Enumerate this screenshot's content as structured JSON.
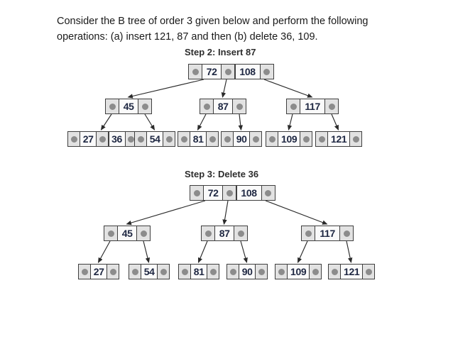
{
  "header": {
    "line1": "Consider the B tree of order 3 given below and perform the following",
    "line2": "operations: (a) insert 121, 87 and then (b) delete 36, 109."
  },
  "trees": [
    {
      "title": "Step 2: Insert 87",
      "root": {
        "keys": [
          "72",
          "108"
        ]
      },
      "internal": [
        {
          "keys": [
            "45"
          ]
        },
        {
          "keys": [
            "87"
          ]
        },
        {
          "keys": [
            "117"
          ]
        }
      ],
      "leaves": [
        {
          "keys": [
            "27",
            "36"
          ]
        },
        {
          "keys": [
            "54"
          ]
        },
        {
          "keys": [
            "81"
          ]
        },
        {
          "keys": [
            "90"
          ]
        },
        {
          "keys": [
            "109"
          ]
        },
        {
          "keys": [
            "121"
          ]
        }
      ]
    },
    {
      "title": "Step 3: Delete 36",
      "root": {
        "keys": [
          "72",
          "108"
        ]
      },
      "internal": [
        {
          "keys": [
            "45"
          ]
        },
        {
          "keys": [
            "87"
          ]
        },
        {
          "keys": [
            "117"
          ]
        }
      ],
      "leaves": [
        {
          "keys": [
            "27"
          ]
        },
        {
          "keys": [
            "54"
          ]
        },
        {
          "keys": [
            "81"
          ]
        },
        {
          "keys": [
            "90"
          ]
        },
        {
          "keys": [
            "109"
          ]
        },
        {
          "keys": [
            "121"
          ]
        }
      ]
    }
  ],
  "colors": {
    "node_border": "#3f3f3f",
    "pointer_fill": "#e2e2e2",
    "key_fill": "#fafafa",
    "pointer_dot": "#8c8c8c",
    "key_text": "#1e2742",
    "title_text": "#2d2d2d",
    "arrow": "#2a2a2a",
    "header_text": "#1a1a1a"
  }
}
